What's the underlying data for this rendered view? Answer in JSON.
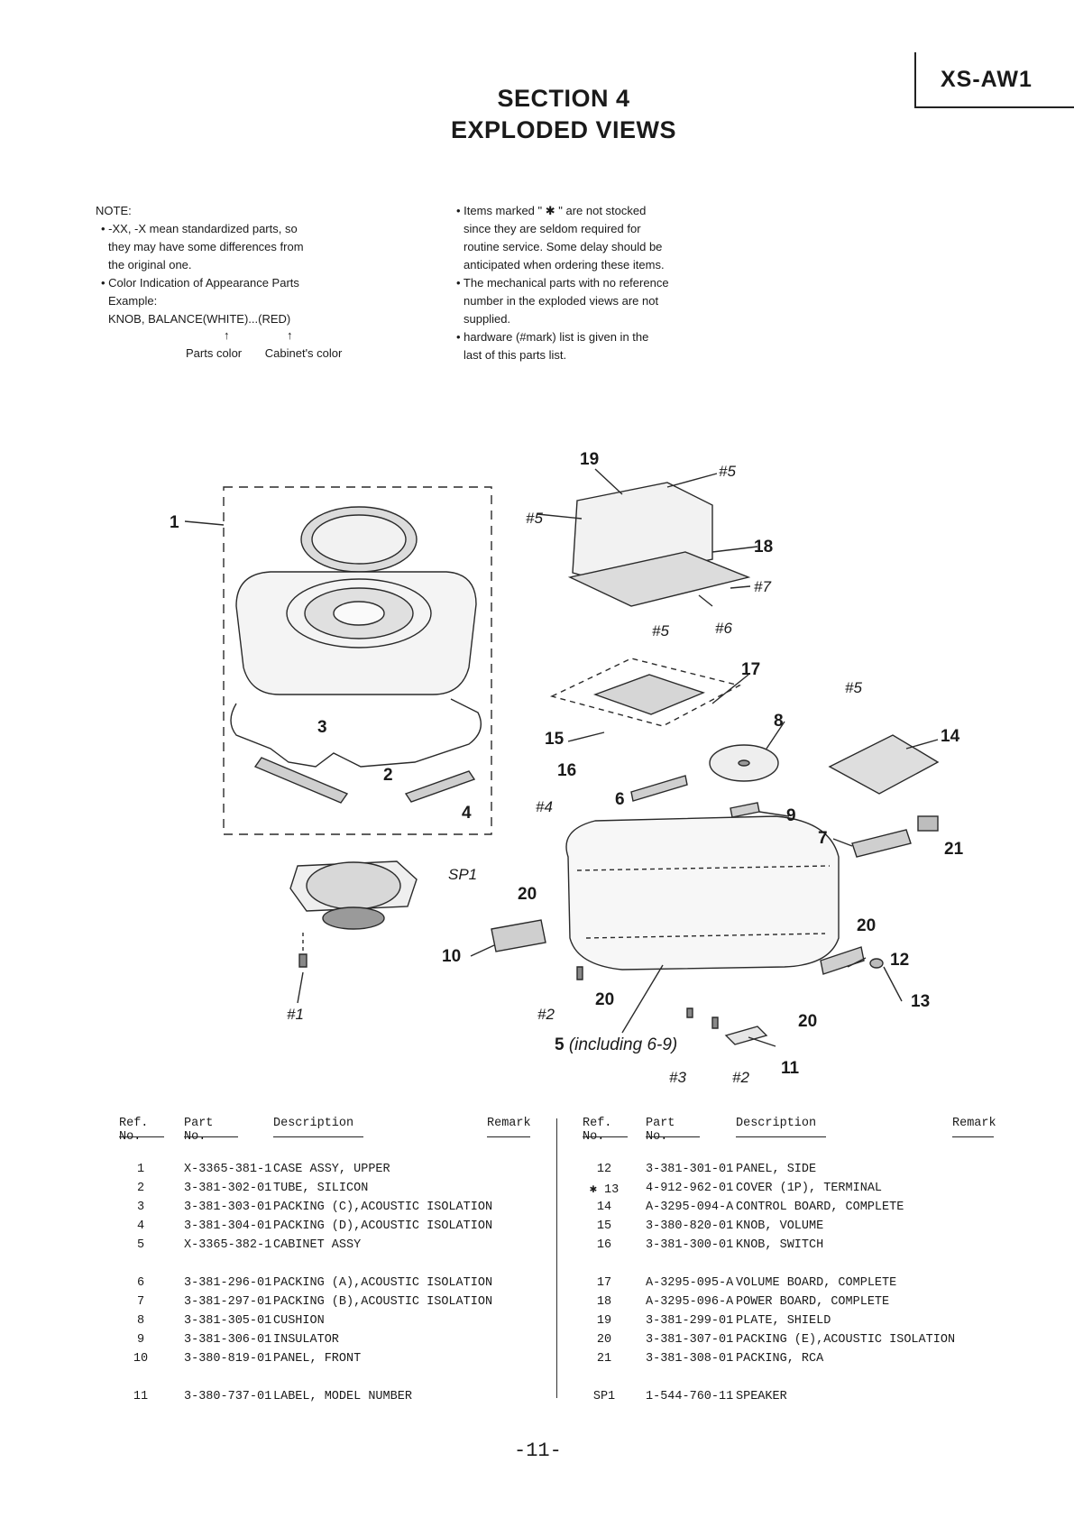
{
  "header": {
    "model": "XS-AW1",
    "section": "SECTION 4",
    "title": "EXPLODED VIEWS"
  },
  "notes_left": {
    "heading": "NOTE:",
    "line1": "• -XX, -X mean standardized parts, so",
    "line2": "they may have some differences from",
    "line3": "the original one.",
    "line4": "• Color Indication of Appearance Parts",
    "line5": "Example:",
    "line6": "KNOB, BALANCE(WHITE)...(RED)",
    "arrow1": "↑",
    "arrow2": "↑",
    "label_parts_color": "Parts color",
    "label_cabinet_color": "Cabinet's color"
  },
  "notes_right": {
    "line1": "• Items marked \" ✱ \" are not stocked",
    "line2": "since they are seldom required for",
    "line3": "routine service. Some delay should be",
    "line4": "anticipated when ordering these items.",
    "line5": "• The mechanical parts with no reference",
    "line6": "number in the exploded views are not",
    "line7": "supplied.",
    "line8": "• hardware (#mark) list is given in the",
    "line9": "last of this parts list."
  },
  "diagram": {
    "callouts": [
      "1",
      "2",
      "3",
      "4",
      "SP1",
      "#1",
      "19",
      "#5",
      "#5",
      "18",
      "#7",
      "#6",
      "#5",
      "17",
      "#5",
      "14",
      "15",
      "16",
      "8",
      "6",
      "#4",
      "9",
      "7",
      "21",
      "20",
      "10",
      "20",
      "12",
      "#2",
      "20",
      "13",
      "20",
      "5 (including 6-9)",
      "11",
      "#3",
      "#2"
    ]
  },
  "parts_table": {
    "headers": {
      "ref": "Ref. No.",
      "part": "Part No.",
      "desc": "Description",
      "remark": "Remark"
    },
    "left_rows": [
      {
        "ref": "1",
        "part": "X-3365-381-1",
        "desc": "CASE ASSY, UPPER"
      },
      {
        "ref": "2",
        "part": "3-381-302-01",
        "desc": "TUBE, SILICON"
      },
      {
        "ref": "3",
        "part": "3-381-303-01",
        "desc": "PACKING (C),ACOUSTIC ISOLATION"
      },
      {
        "ref": "4",
        "part": "3-381-304-01",
        "desc": "PACKING (D),ACOUSTIC ISOLATION"
      },
      {
        "ref": "5",
        "part": "X-3365-382-1",
        "desc": "CABINET ASSY"
      },
      {
        "ref": "6",
        "part": "3-381-296-01",
        "desc": "PACKING (A),ACOUSTIC ISOLATION"
      },
      {
        "ref": "7",
        "part": "3-381-297-01",
        "desc": "PACKING (B),ACOUSTIC ISOLATION"
      },
      {
        "ref": "8",
        "part": "3-381-305-01",
        "desc": "CUSHION"
      },
      {
        "ref": "9",
        "part": "3-381-306-01",
        "desc": "INSULATOR"
      },
      {
        "ref": "10",
        "part": "3-380-819-01",
        "desc": "PANEL, FRONT"
      },
      {
        "ref": "11",
        "part": "3-380-737-01",
        "desc": "LABEL, MODEL NUMBER"
      }
    ],
    "right_rows": [
      {
        "ref": "12",
        "part": "3-381-301-01",
        "desc": "PANEL, SIDE"
      },
      {
        "ref": "✱ 13",
        "part": "4-912-962-01",
        "desc": "COVER (1P), TERMINAL"
      },
      {
        "ref": "14",
        "part": "A-3295-094-A",
        "desc": "CONTROL BOARD, COMPLETE"
      },
      {
        "ref": "15",
        "part": "3-380-820-01",
        "desc": "KNOB, VOLUME"
      },
      {
        "ref": "16",
        "part": "3-381-300-01",
        "desc": "KNOB, SWITCH"
      },
      {
        "ref": "17",
        "part": "A-3295-095-A",
        "desc": "VOLUME BOARD, COMPLETE"
      },
      {
        "ref": "18",
        "part": "A-3295-096-A",
        "desc": "POWER BOARD, COMPLETE"
      },
      {
        "ref": "19",
        "part": "3-381-299-01",
        "desc": "PLATE, SHIELD"
      },
      {
        "ref": "20",
        "part": "3-381-307-01",
        "desc": "PACKING (E),ACOUSTIC ISOLATION"
      },
      {
        "ref": "21",
        "part": "3-381-308-01",
        "desc": "PACKING, RCA"
      },
      {
        "ref": "SP1",
        "part": "1-544-760-11",
        "desc": "SPEAKER"
      }
    ]
  },
  "footer": {
    "page": "-11-"
  }
}
